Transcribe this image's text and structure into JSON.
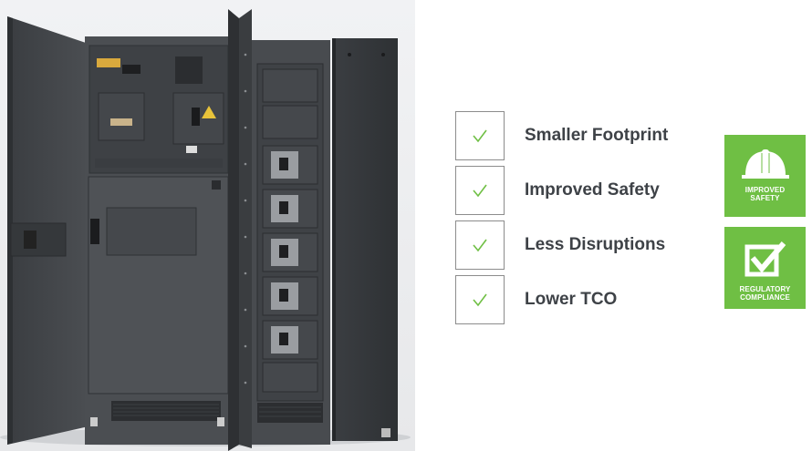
{
  "features": [
    {
      "label": "Smaller Footprint",
      "icon": "check-icon"
    },
    {
      "label": "Improved Safety",
      "icon": "check-icon"
    },
    {
      "label": "Less Disruptions",
      "icon": "check-icon"
    },
    {
      "label": "Lower TCO",
      "icon": "check-icon"
    }
  ],
  "badges": {
    "safety": {
      "text": "IMPROVED\nSAFETY",
      "icon": "hard-hat-icon"
    },
    "compliance": {
      "text": "REGULATORY\nCOMPLIANCE",
      "icon": "checked-box-icon"
    }
  },
  "colors": {
    "check": "#6fbf44",
    "badge": "#6fbf44",
    "text": "#3e4247",
    "cabinet": "#45484c"
  }
}
